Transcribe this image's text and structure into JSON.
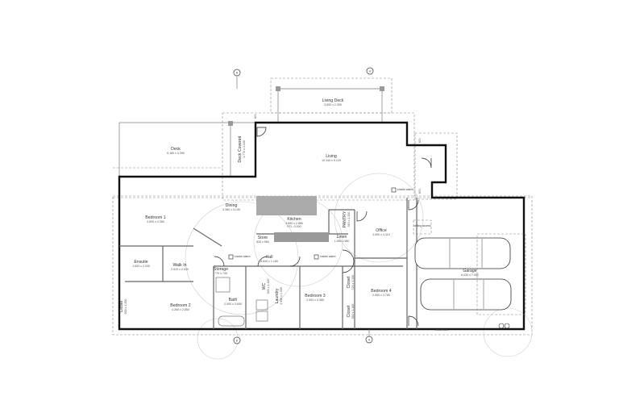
{
  "grid_markers": {
    "a": "A",
    "b": "B"
  },
  "rooms": {
    "living_deck": {
      "name": "Living Deck",
      "dims": "3.600 x 2.390"
    },
    "deck": {
      "name": "Deck",
      "dims": "6.180 x 3.390"
    },
    "deck_covered": {
      "name": "Deck Covered",
      "dims": "1.770 x 3.100"
    },
    "living": {
      "name": "Living",
      "dims": "10.340 x 5.120"
    },
    "dining": {
      "name": "Dining",
      "dims": "3.360 x 4.100"
    },
    "kitchen": {
      "name": "Kitchen",
      "dims": "4.650 x 2.880",
      "ffl": "FFL: 0.000"
    },
    "pantry": {
      "name": "PANTRY",
      "dims": "910 x 1.350"
    },
    "bedroom1": {
      "name": "Bedroom 1",
      "dims": "3.600 x 4.380"
    },
    "ensuite": {
      "name": "Ensuite",
      "dims": "1.600 x 2.030"
    },
    "walkin": {
      "name": "Walk In",
      "dims": "2.510 x 2.030"
    },
    "store": {
      "name": "Store",
      "dims": "830 x 960"
    },
    "hall": {
      "name": "Hall",
      "dims": "8.640 x 1.180"
    },
    "linen": {
      "name": "Linen",
      "dims": "1.460 x 580"
    },
    "office": {
      "name": "Office",
      "dims": "2.600 x 3.110"
    },
    "storage": {
      "name": "Storage",
      "dims": "770 x 745"
    },
    "wc": {
      "name": "WC",
      "dims": "930 x 1.100"
    },
    "laundry": {
      "name": "Laundry",
      "dims": "1.950 x 1.300"
    },
    "bath": {
      "name": "Bath",
      "dims": "2.000 x 3.650"
    },
    "bedroom2": {
      "name": "Bedroom 2",
      "dims": "4.260 x 2.850"
    },
    "closet_b2": {
      "name": "Closet",
      "dims": "600 x 1.260"
    },
    "bedroom3": {
      "name": "Bedroom 3",
      "dims": "2.900 x 3.380"
    },
    "closet_b3a": {
      "name": "Closet",
      "dims": "720 x 1.190"
    },
    "closet_b3b": {
      "name": "Closet",
      "dims": "550 x 1.165"
    },
    "bedroom4": {
      "name": "Bedroom 4",
      "dims": "2.550 x 3.780"
    },
    "garage": {
      "name": "Garage",
      "dims": "6.030 x 7.080"
    }
  },
  "annotations": {
    "smoke_alarm": "smoke alarm",
    "ceiling_access": "ceiling access",
    "meter_box": "meter box",
    "setback": "600"
  }
}
